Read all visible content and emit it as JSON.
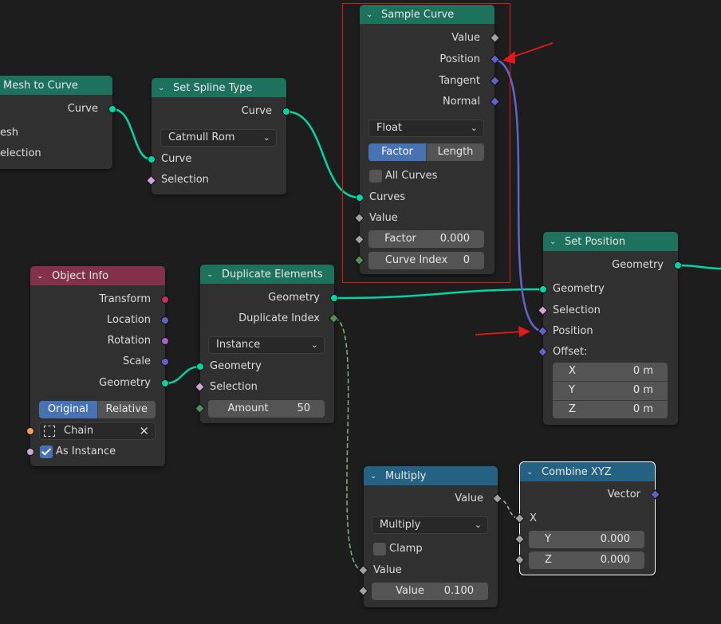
{
  "nodes": {
    "mesh_to_curve": {
      "title": "Mesh to Curve",
      "out_curve": "Curve",
      "in_mesh": "esh",
      "in_selection": "election"
    },
    "set_spline_type": {
      "title": "Set Spline Type",
      "out_curve": "Curve",
      "dropdown": "Catmull Rom",
      "in_curve": "Curve",
      "in_selection": "Selection"
    },
    "sample_curve": {
      "title": "Sample Curve",
      "out_value": "Value",
      "out_position": "Position",
      "out_tangent": "Tangent",
      "out_normal": "Normal",
      "dropdown": "Float",
      "mode_factor": "Factor",
      "mode_length": "Length",
      "all_curves": "All Curves",
      "in_curves": "Curves",
      "in_value": "Value",
      "factor_label": "Factor",
      "factor_value": "0.000",
      "curve_index_label": "Curve Index",
      "curve_index_value": "0"
    },
    "set_position": {
      "title": "Set Position",
      "out_geometry": "Geometry",
      "in_geometry": "Geometry",
      "in_selection": "Selection",
      "in_position": "Position",
      "in_offset": "Offset:",
      "x_label": "X",
      "x_value": "0 m",
      "y_label": "Y",
      "y_value": "0 m",
      "z_label": "Z",
      "z_value": "0 m"
    },
    "object_info": {
      "title": "Object Info",
      "out_transform": "Transform",
      "out_location": "Location",
      "out_rotation": "Rotation",
      "out_scale": "Scale",
      "out_geometry": "Geometry",
      "mode_original": "Original",
      "mode_relative": "Relative",
      "object": "Chain",
      "as_instance": "As Instance"
    },
    "duplicate_elements": {
      "title": "Duplicate Elements",
      "out_geometry": "Geometry",
      "out_duplicate_index": "Duplicate Index",
      "dropdown": "Instance",
      "in_geometry": "Geometry",
      "in_selection": "Selection",
      "amount_label": "Amount",
      "amount_value": "50"
    },
    "multiply": {
      "title": "Multiply",
      "out_value": "Value",
      "dropdown": "Multiply",
      "clamp": "Clamp",
      "in_value": "Value",
      "value_label": "Value",
      "value_value": "0.100"
    },
    "combine_xyz": {
      "title": "Combine XYZ",
      "out_vector": "Vector",
      "in_x": "X",
      "y_label": "Y",
      "y_value": "0.000",
      "z_label": "Z",
      "z_value": "0.000"
    }
  },
  "colors": {
    "geometry_socket": "#00d6a3",
    "vector_socket": "#6363c7",
    "geometry_header": "#1d725e",
    "input_header": "#83314a",
    "utility_header": "#246283",
    "highlight": "#e01a1a",
    "active_button": "#4772b3"
  }
}
